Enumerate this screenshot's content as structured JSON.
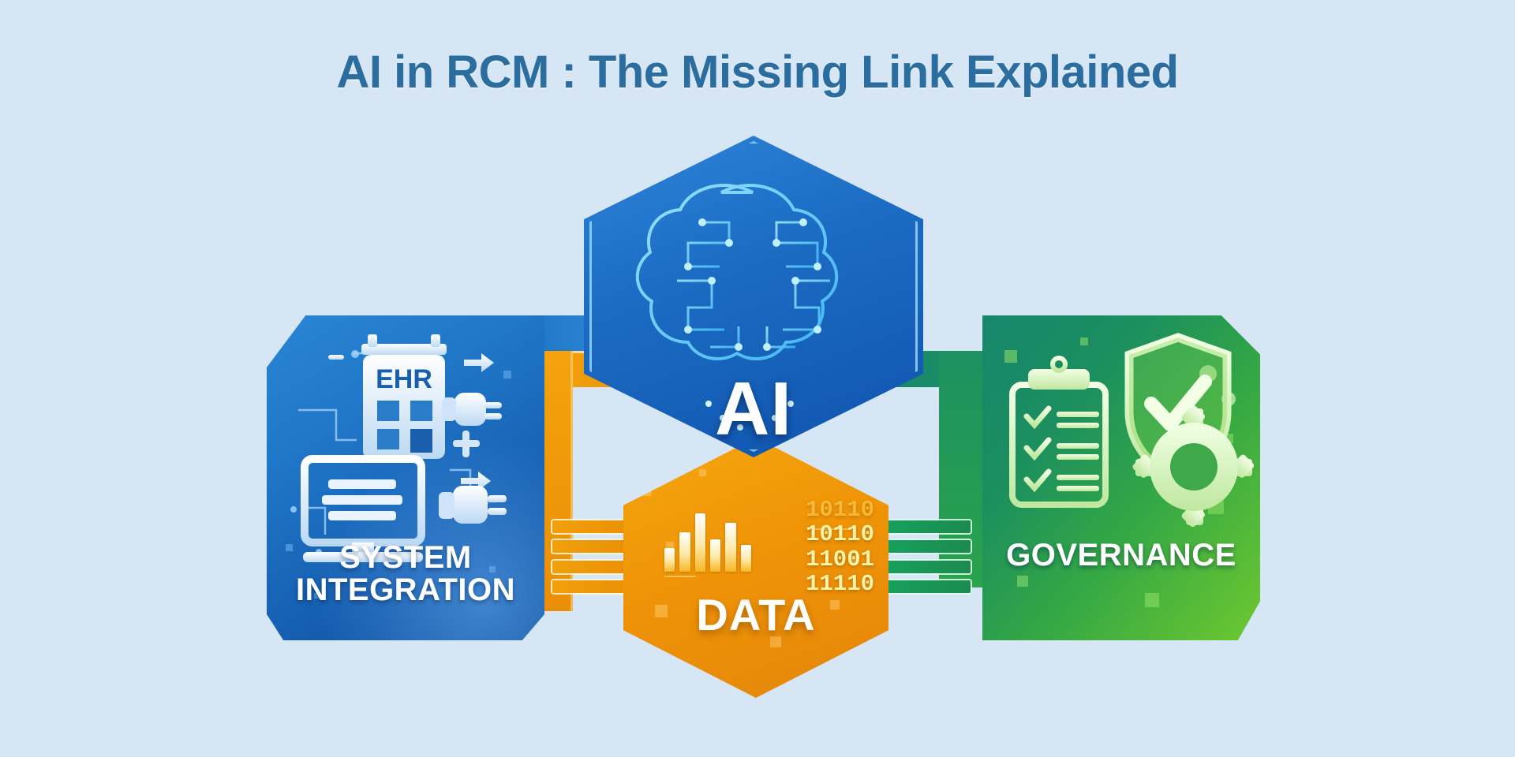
{
  "page": {
    "background_color": "#d6e6f5",
    "title": "AI in RCM : The Missing Link Explained",
    "title_color": "#2b6d9e"
  },
  "nodes": {
    "ai": {
      "label": "AI",
      "shape": "hexagon",
      "color": "#1c6cc4",
      "icon": "circuit-brain-icon"
    },
    "data": {
      "label": "DATA",
      "shape": "hexagon",
      "color": "#ef9407",
      "icon": "bar-chart-icon",
      "binary_lines": [
        "10110",
        "10110",
        "11001",
        "11110"
      ]
    },
    "system_integration": {
      "label_line1": "SYSTEM",
      "label_line2": "INTEGRATION",
      "shape": "card",
      "color": "#1f74c6",
      "icons": [
        "ehr-building-icon",
        "monitor-icon",
        "plug-icon",
        "socket-icon",
        "arrow-icon"
      ],
      "ehr_label": "EHR"
    },
    "governance": {
      "label": "GOVERNANCE",
      "shape": "card",
      "color": "#2ba24c",
      "icons": [
        "clipboard-checklist-icon",
        "shield-check-icon",
        "gear-icon"
      ]
    }
  },
  "connectors": {
    "orange_label": "data-to-ai-connector",
    "green_label": "governance-to-ai-connector",
    "blue_label": "integration-to-ai-connector"
  }
}
